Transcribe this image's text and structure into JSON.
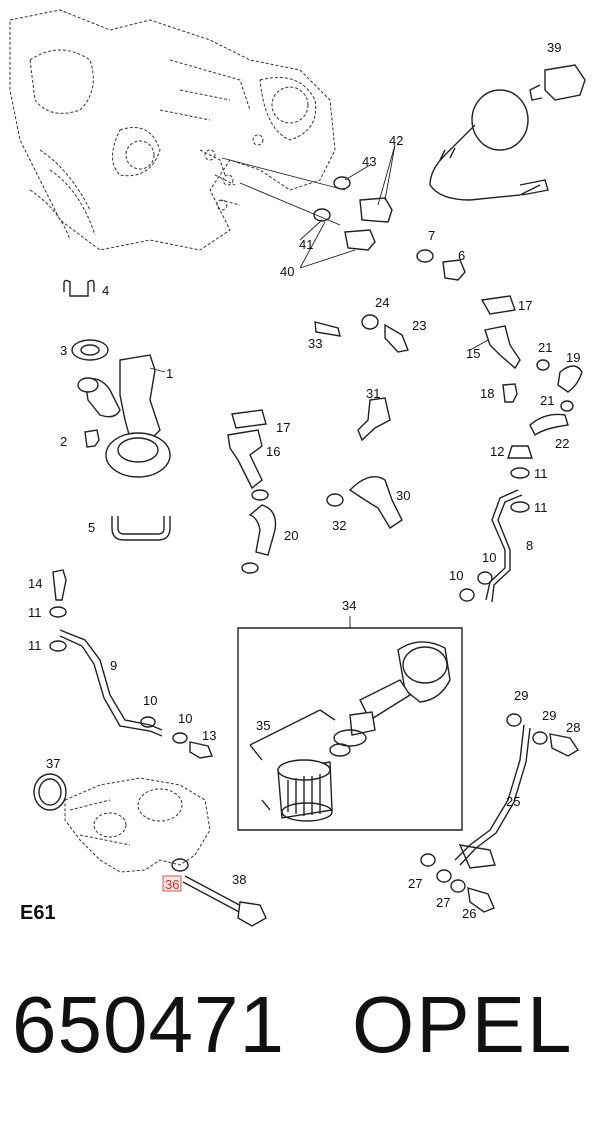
{
  "diagram": {
    "figure_code": "E61",
    "callouts": [
      "39",
      "42",
      "43",
      "41",
      "40",
      "7",
      "6",
      "4",
      "24",
      "17",
      "33",
      "23",
      "3",
      "1",
      "15",
      "21",
      "19",
      "18",
      "21",
      "2",
      "17",
      "31",
      "22",
      "16",
      "12",
      "11",
      "30",
      "32",
      "11",
      "20",
      "5",
      "8",
      "10",
      "10",
      "14",
      "34",
      "11",
      "11",
      "9",
      "29",
      "29",
      "28",
      "35",
      "10",
      "10",
      "13",
      "25",
      "37",
      "38",
      "36",
      "27",
      "27",
      "26"
    ],
    "highlighted_callout": "36"
  },
  "footer": {
    "part_number": "650471",
    "brand": "OPEL"
  }
}
